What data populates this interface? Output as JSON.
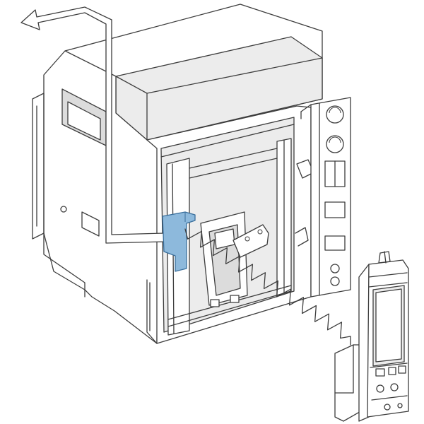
{
  "illustration": {
    "components": [
      "circuit-breaker-chassis",
      "blue-bracket",
      "control-unit-module",
      "coiled-cable",
      "removal-arrow"
    ],
    "colors": {
      "outline": "#3d3d3d",
      "housing": "#ffffff",
      "shade": "#ececec",
      "accent_blue": "#8db9dc",
      "accent_blue_stroke": "#3a6f9c",
      "arrow_fill": "#ffffff"
    },
    "arrow_direction": "up-left",
    "cable_style": "coiled"
  }
}
